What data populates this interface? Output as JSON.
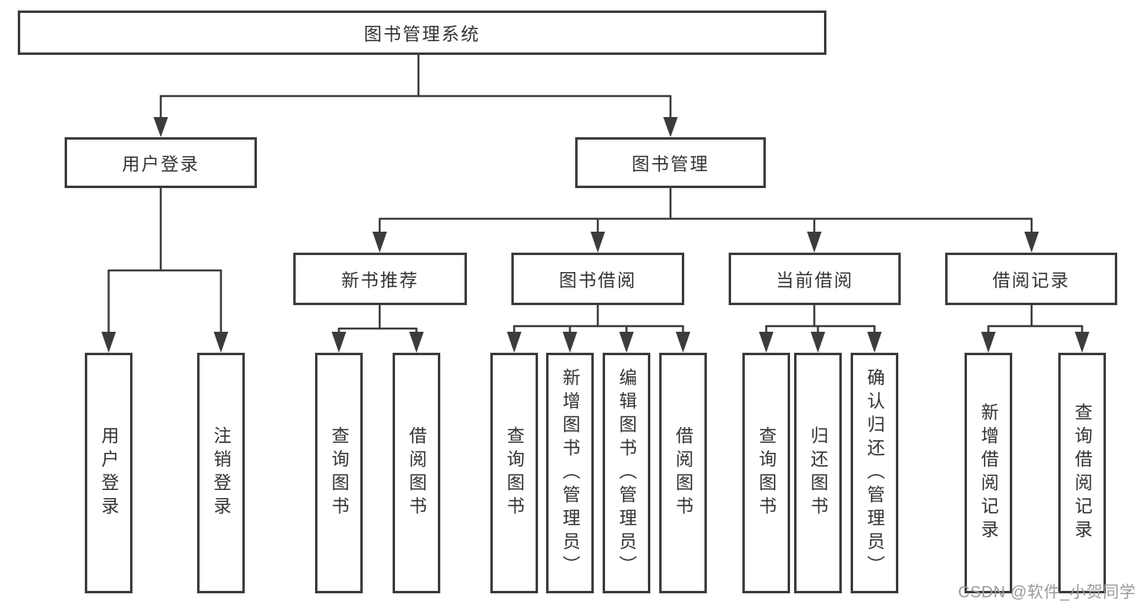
{
  "diagram": {
    "root": {
      "label": "图书管理系统"
    },
    "branches": [
      {
        "label": "用户登录",
        "children": [
          {
            "label": "用户登录"
          },
          {
            "label": "注销登录"
          }
        ]
      },
      {
        "label": "图书管理",
        "children": [
          {
            "label": "新书推荐",
            "children": [
              {
                "label": "查询图书"
              },
              {
                "label": "借阅图书"
              }
            ]
          },
          {
            "label": "图书借阅",
            "children": [
              {
                "label": "查询图书"
              },
              {
                "label": "新增图书（管理员）"
              },
              {
                "label": "编辑图书（管理员）"
              },
              {
                "label": "借阅图书"
              }
            ]
          },
          {
            "label": "当前借阅",
            "children": [
              {
                "label": "查询图书"
              },
              {
                "label": "归还图书"
              },
              {
                "label": "确认归还（管理员）"
              }
            ]
          },
          {
            "label": "借阅记录",
            "children": [
              {
                "label": "新增借阅记录"
              },
              {
                "label": "查询借阅记录"
              }
            ]
          }
        ]
      }
    ]
  },
  "watermark": {
    "text": "CSDN @软件_小贺同学"
  },
  "colors": {
    "line": "#3c3c3c",
    "box_border": "#3c3c3c",
    "box_fill": "#ffffff",
    "text": "#333333",
    "watermark": "#9b9b9b"
  }
}
